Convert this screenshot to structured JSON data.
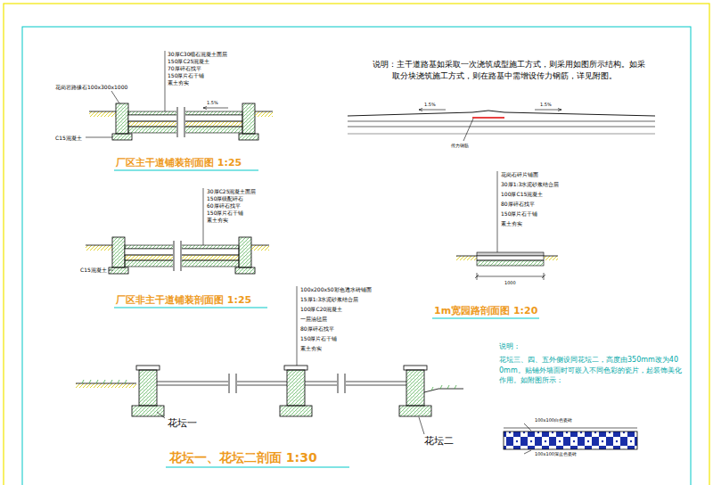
{
  "diagram": {
    "labels": [
      "30厚C30细石混凝土面层",
      "150厚C25混凝土",
      "70厚碎石找平",
      "150厚片石干铺",
      "素土夯实",
      "花岗岩路缘石100x300x1000",
      "1.5%",
      "C15混凝土",
      "厂区主干道铺装剖面图 1:25",
      "说明：主干道路基如采取一次浇筑成型施工方式，则采用如图所示结构。如采取分块浇筑施工方式，则在路基中需增设传力钢筋，详见附图。",
      "1.5%",
      "1.5%",
      "传力钢筋",
      "30厚C25混凝土面层",
      "150厚级配碎石",
      "60厚碎石找平",
      "150厚片石干铺",
      "素土夯实",
      "C15混凝土",
      "厂区非主干道铺装剖面图 1:25",
      "花岗石碎片铺面",
      "30厚1:3水泥砂浆结合层",
      "100厚C15混凝土",
      "80厚碎石找平",
      "150厚片石干铺",
      "素土夯实",
      "1000",
      "1m宽园路剖面图 1:20",
      "100x200x50彩色透水砖铺面",
      "15厚1:3水泥砂浆结合层",
      "100厚C20混凝土",
      "一层油毡层",
      "80厚碎石找平",
      "150厚片石干铺",
      "素土夯实",
      "花坛一",
      "花坛二",
      "花坛一、花坛二剖面 1:30",
      "说明：",
      "花坛三、四、五外侧设同花坛二，高度由350mm改为400mm。贴铺外墙面时可嵌入不同色彩的瓷片，起装饰美化作用。如附图所示：",
      "100x100白色瓷砖",
      "100x100深蓝色瓷砖"
    ]
  }
}
